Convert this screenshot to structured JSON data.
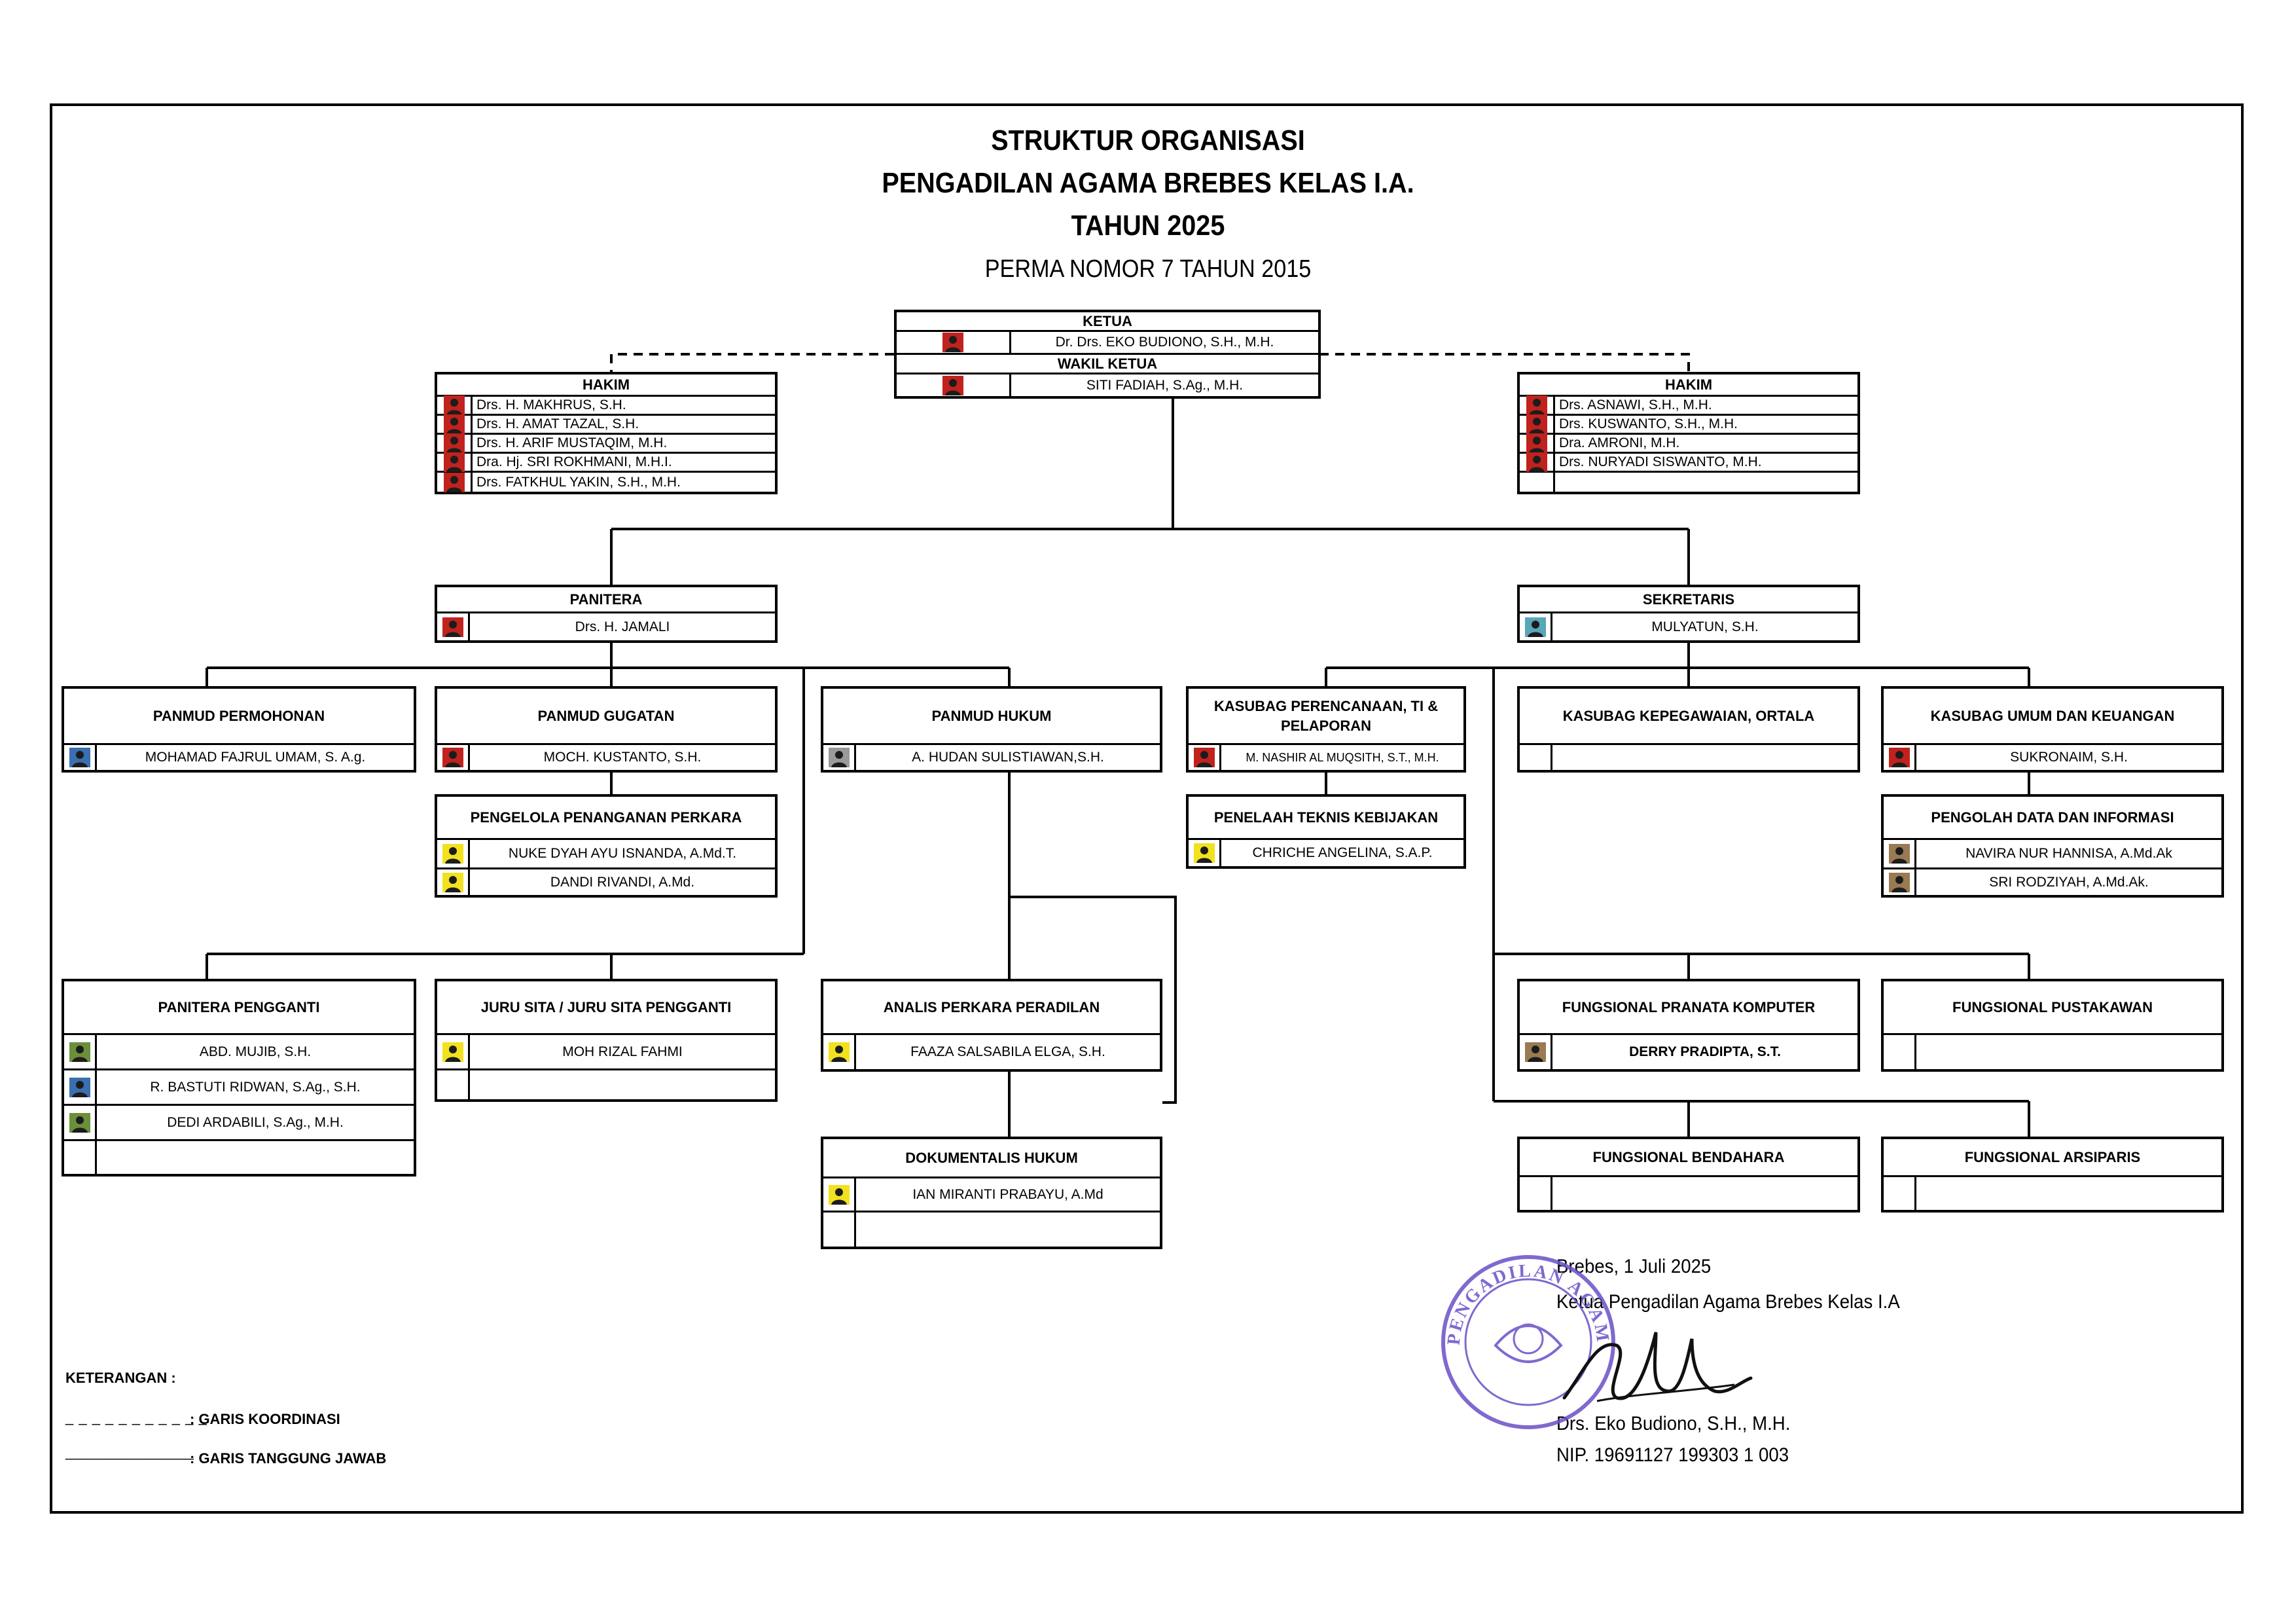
{
  "header": {
    "line1": "STRUKTUR ORGANISASI",
    "line2": "PENGADILAN AGAMA BREBES KELAS I.A.",
    "line3": "TAHUN 2025",
    "line4": "PERMA NOMOR 7 TAHUN 2015"
  },
  "ketua": {
    "title": "KETUA",
    "name": "Dr. Drs. EKO BUDIONO, S.H., M.H."
  },
  "wakil": {
    "title": "WAKIL KETUA",
    "name": "SITI FADIAH, S.Ag., M.H."
  },
  "hakim_left": {
    "title": "HAKIM",
    "names": [
      "Drs. H. MAKHRUS, S.H.",
      "Drs. H. AMAT TAZAL, S.H.",
      "Drs. H. ARIF MUSTAQIM, M.H.",
      "Dra. Hj. SRI ROKHMANI, M.H.I.",
      "Drs. FATKHUL YAKIN, S.H., M.H."
    ]
  },
  "hakim_right": {
    "title": "HAKIM",
    "names": [
      "Drs. ASNAWI, S.H., M.H.",
      "Drs. KUSWANTO, S.H., M.H.",
      "Dra. AMRONI, M.H.",
      "Drs. NURYADI SISWANTO, M.H.",
      ""
    ]
  },
  "panitera": {
    "title": "PANITERA",
    "name": "Drs. H. JAMALI"
  },
  "sekretaris": {
    "title": "SEKRETARIS",
    "name": "MULYATUN, S.H."
  },
  "panmud_permohonan": {
    "title": "PANMUD PERMOHONAN",
    "name": "MOHAMAD FAJRUL UMAM, S. A.g."
  },
  "panmud_gugatan": {
    "title": "PANMUD GUGATAN",
    "name": "MOCH. KUSTANTO, S.H."
  },
  "panmud_hukum": {
    "title": "PANMUD HUKUM",
    "name": "A. HUDAN SULISTIAWAN,S.H."
  },
  "kasubag_perencanaan": {
    "title": "KASUBAG PERENCANAAN, TI & PELAPORAN",
    "name": "M. NASHIR AL MUQSITH, S.T., M.H."
  },
  "kasubag_kepegawaian": {
    "title": "KASUBAG KEPEGAWAIAN, ORTALA",
    "name": ""
  },
  "kasubag_umum": {
    "title": "KASUBAG UMUM DAN KEUANGAN",
    "name": "SUKRONAIM, S.H."
  },
  "pengelola_perkara": {
    "title": "PENGELOLA PENANGANAN PERKARA",
    "names": [
      "NUKE DYAH AYU ISNANDA, A.Md.T.",
      "DANDI RIVANDI, A.Md."
    ]
  },
  "penelaah": {
    "title": "PENELAAH TEKNIS KEBIJAKAN",
    "name": "CHRICHE ANGELINA, S.A.P."
  },
  "pengolah_data": {
    "title": "PENGOLAH DATA DAN INFORMASI",
    "names": [
      "NAVIRA NUR HANNISA, A.Md.Ak",
      "SRI RODZIYAH, A.Md.Ak."
    ]
  },
  "panitera_pengganti": {
    "title": "PANITERA PENGGANTI",
    "names": [
      "ABD. MUJIB, S.H.",
      "R. BASTUTI RIDWAN, S.Ag., S.H.",
      "DEDI ARDABILI, S.Ag., M.H.",
      ""
    ]
  },
  "jurusita": {
    "title": "JURU SITA / JURU SITA PENGGANTI",
    "names": [
      "MOH RIZAL FAHMI",
      ""
    ]
  },
  "analis": {
    "title": "ANALIS PERKARA PERADILAN",
    "name": "FAAZA SALSABILA ELGA, S.H."
  },
  "dokumentalis": {
    "title": "DOKUMENTALIS HUKUM",
    "names": [
      "IAN MIRANTI PRABAYU, A.Md",
      ""
    ]
  },
  "pranata": {
    "title": "FUNGSIONAL PRANATA KOMPUTER",
    "name": "DERRY PRADIPTA, S.T."
  },
  "pustakawan": {
    "title": "FUNGSIONAL PUSTAKAWAN",
    "name": ""
  },
  "bendahara": {
    "title": "FUNGSIONAL BENDAHARA",
    "name": ""
  },
  "arsiparis": {
    "title": "FUNGSIONAL ARSIPARIS",
    "name": ""
  },
  "legend": {
    "title": "KETERANGAN  :",
    "koordinasi_symbol": "_ _ _ _ _ _ _ _ _ _ _",
    "koordinasi_label": ":  GARIS KOORDINASI",
    "tanggung_symbol": "________________",
    "tanggung_label": ":  GARIS TANGGUNG JAWAB"
  },
  "signature": {
    "place_date": "Brebes, 1 Juli 2025",
    "role": "Ketua Pengadilan Agama Brebes Kelas I.A",
    "name": "Drs. Eko Budiono, S.H., M.H.",
    "nip": "NIP. 19691127 199303 1 003"
  },
  "stamp": {
    "text": "PENGADILAN AGAMA",
    "color": "#6a4fc7"
  },
  "colors": {
    "photo_red": "#c0221e",
    "photo_yellow": "#f2e11e",
    "photo_blue": "#3a6fb0",
    "photo_green": "#6b8f3a",
    "photo_gray": "#9a9a9a",
    "photo_teal": "#59a7b8",
    "photo_brown": "#9a7a52"
  }
}
